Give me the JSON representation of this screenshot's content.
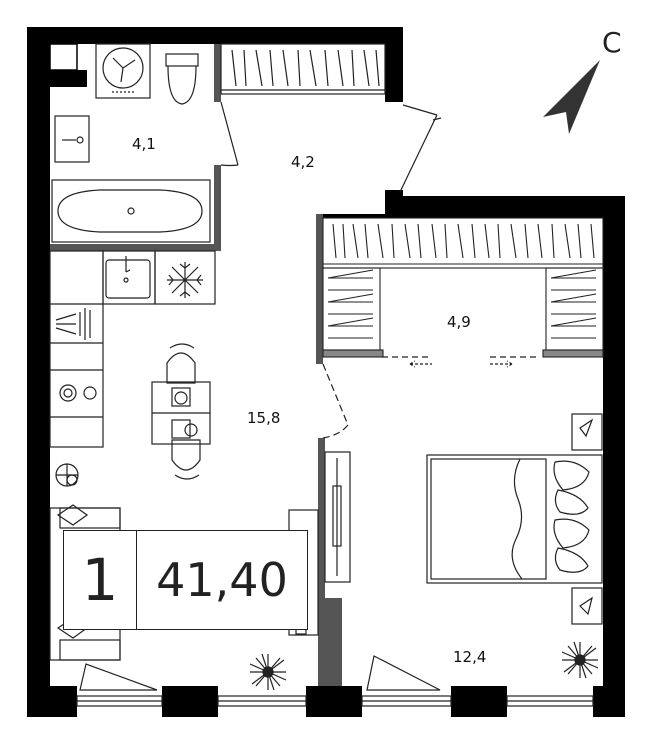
{
  "compass": {
    "letter": "С"
  },
  "rooms": {
    "bathroom": "4,1",
    "hallway": "4,2",
    "wardrobe": "4,9",
    "kitchen_living": "15,8",
    "bedroom": "12,4"
  },
  "summary": {
    "room_count": "1",
    "total_area": "41,40"
  },
  "colors": {
    "wall": "#000000",
    "partition": "#555555",
    "fixture_line": "#222222",
    "background": "#ffffff"
  }
}
